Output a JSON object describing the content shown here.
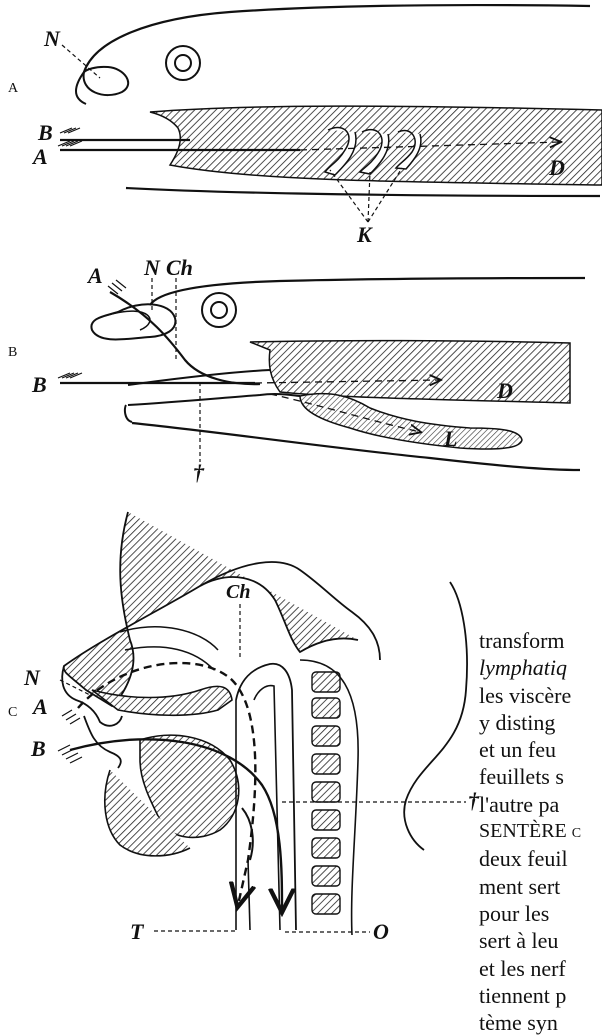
{
  "panels": {
    "a": "A",
    "b": "B",
    "c": "C"
  },
  "labels_a": {
    "n": "N",
    "b": "B",
    "a": "A",
    "k": "K",
    "d": "D"
  },
  "labels_b": {
    "n": "N",
    "ch": "Ch",
    "a": "A",
    "b": "B",
    "d": "D",
    "l": "L",
    "dagger": "†"
  },
  "labels_c": {
    "ch": "Ch",
    "n": "N",
    "a": "A",
    "b": "B",
    "dagger": "†",
    "t": "T",
    "o": "O"
  },
  "text_lines": [
    "transform",
    "lymphatiq",
    "les viscère",
    "y  disting",
    "et un feu",
    "feuillets s",
    "l'autre pa",
    "SENTÈRE c",
    "deux feuil",
    "ment sert",
    "pour les ",
    "sert à leu",
    "et les nerf",
    "tiennent p",
    "tème  syn"
  ]
}
